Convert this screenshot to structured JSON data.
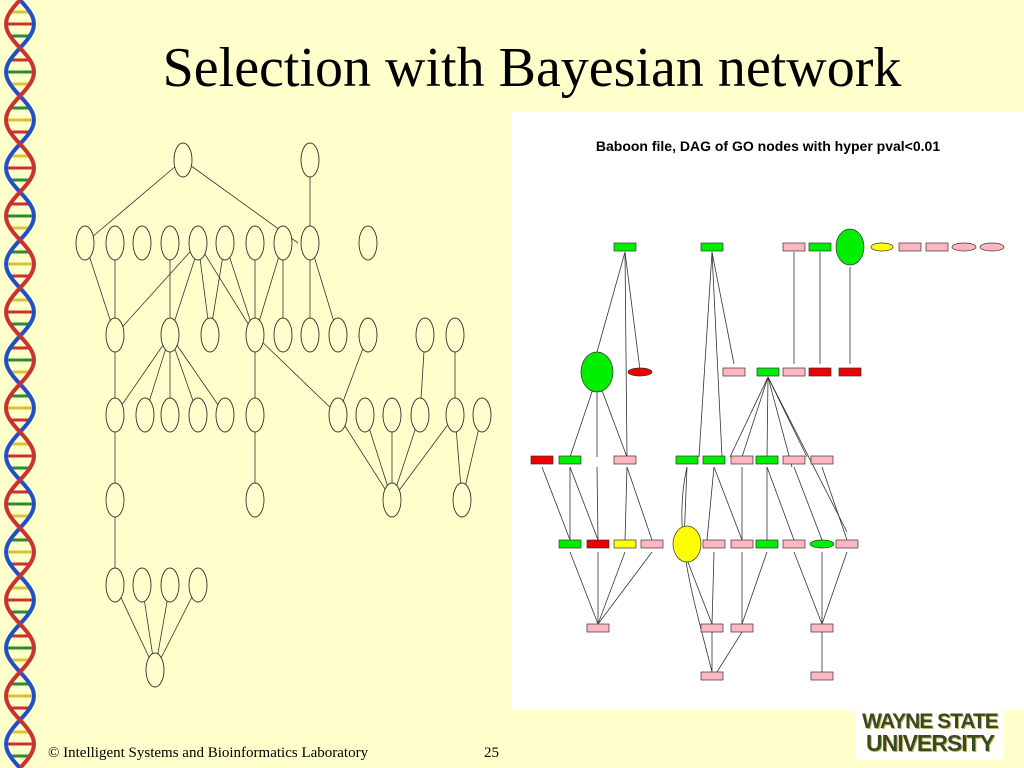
{
  "slide": {
    "title": "Selection with Bayesian network",
    "footer": "© Intelligent Systems and Bioinformatics Laboratory",
    "page_number": "25"
  },
  "right_figure": {
    "title": "Baboon file, DAG of GO nodes with hyper pval<0.01"
  },
  "logo": {
    "line1": "WAYNE STATE",
    "line2": "UNIVERSITY"
  },
  "colors": {
    "background": "#ffffcc",
    "green": "#00ee00",
    "red": "#ee0000",
    "pink": "#ffb6c1",
    "yellow": "#ffff00"
  },
  "icons": [
    "dna-helix-icon",
    "wayne-state-logo-icon"
  ]
}
